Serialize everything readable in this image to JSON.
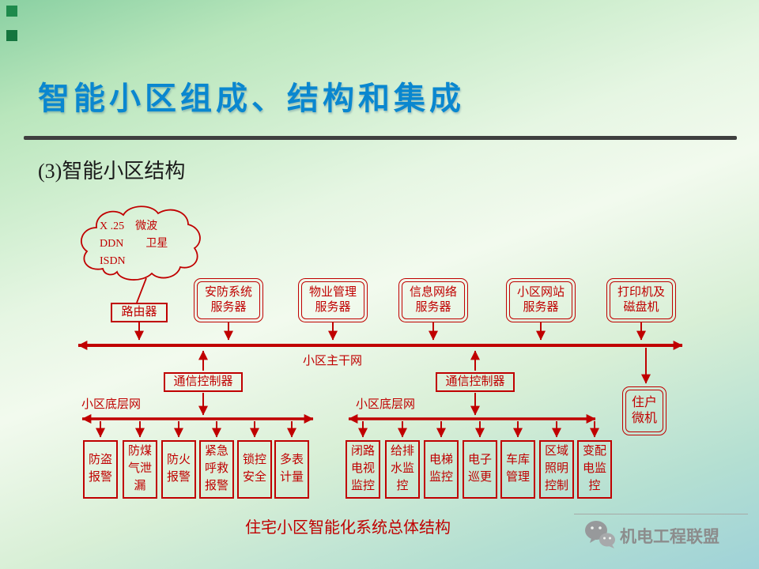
{
  "header": {
    "title": "智能小区组成、结构和集成",
    "section": "(3)智能小区结构"
  },
  "diagram": {
    "cloud": [
      "X .25　微波",
      "DDN　　卫星",
      "ISDN"
    ],
    "router": "路由器",
    "backbone_label": "小区主干网",
    "servers": [
      [
        "安防系统",
        "服务器"
      ],
      [
        "物业管理",
        "服务器"
      ],
      [
        "信息网络",
        "服务器"
      ],
      [
        "小区网站",
        "服务器"
      ],
      [
        "打印机及",
        "磁盘机"
      ]
    ],
    "controller_left": "通信控制器",
    "controller_right": "通信控制器",
    "lower_label_left": "小区底层网",
    "lower_label_right": "小区底层网",
    "left_devices": [
      [
        "防盗",
        "报警"
      ],
      [
        "防煤",
        "气泄",
        "漏"
      ],
      [
        "防火",
        "报警"
      ],
      [
        "紧急",
        "呼救",
        "报警"
      ],
      [
        "锁控",
        "安全"
      ],
      [
        "多表",
        "计量"
      ]
    ],
    "right_devices": [
      [
        "闭路",
        "电视",
        "监控"
      ],
      [
        "给排",
        "水监",
        "控"
      ],
      [
        "电梯",
        "监控"
      ],
      [
        "电子",
        "巡更"
      ],
      [
        "车库",
        "管理"
      ],
      [
        "区域",
        "照明",
        "控制"
      ],
      [
        "变配",
        "电监",
        "控"
      ]
    ],
    "resident_pc": [
      "住户",
      "微机"
    ],
    "caption": "住宅小区智能化系统总体结构"
  },
  "footer": {
    "brand": "机电工程联盟"
  },
  "colors": {
    "diagram_red": "#c00000",
    "title_blue": "#0a87cf"
  }
}
